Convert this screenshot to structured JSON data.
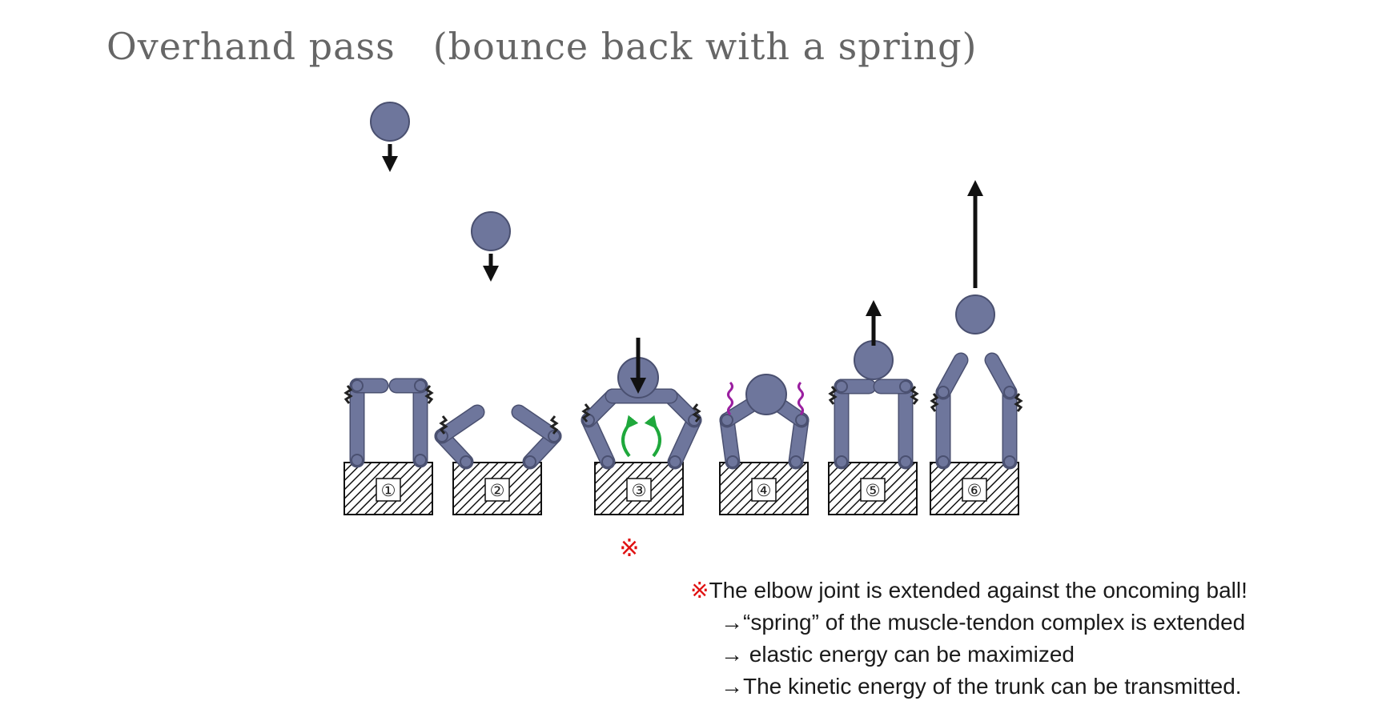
{
  "title": "Overhand pass　(bounce back with a spring)",
  "colors": {
    "limb": "#6e769c",
    "limb_stroke": "#4a5070",
    "arrow": "#111111",
    "spring": "#222222",
    "stretch": "#9a1fa0",
    "rotation": "#1fa83c",
    "reference_mark": "#e01010"
  },
  "figures": [
    {
      "number": "①",
      "ball_motion": "down"
    },
    {
      "number": "②",
      "ball_motion": "down"
    },
    {
      "number": "③",
      "ball_motion": "down"
    },
    {
      "number": "④",
      "ball_motion": "none"
    },
    {
      "number": "⑤",
      "ball_motion": "up"
    },
    {
      "number": "⑥",
      "ball_motion": "up"
    }
  ],
  "reference_mark": "※",
  "notes": {
    "mark": "※",
    "headline": "The elbow joint is extended against the oncoming ball!",
    "lines": [
      "→“spring” of the muscle-tendon complex is extended",
      "→ elastic energy can be maximized",
      "→The kinetic energy of the trunk can be transmitted."
    ]
  }
}
